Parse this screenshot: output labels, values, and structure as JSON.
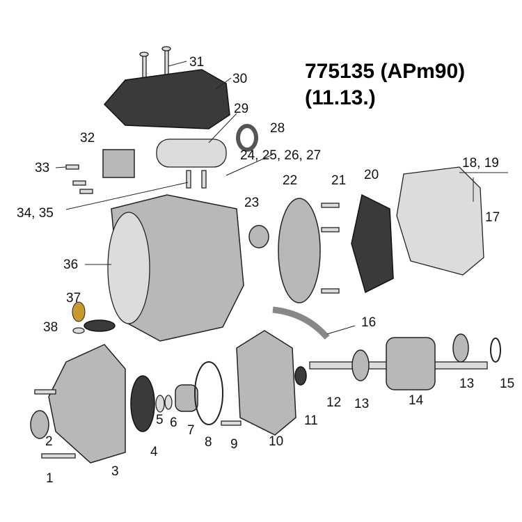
{
  "title": {
    "line1": "775135 (APm90)",
    "line2": "(11.13.)"
  },
  "labels": [
    "31",
    "30",
    "29",
    "28",
    "32",
    "33",
    "24, 25, 26, 27",
    "34, 35",
    "22",
    "21",
    "20",
    "18, 19",
    "17",
    "23",
    "36",
    "37",
    "38",
    "16",
    "15",
    "14",
    "13",
    "13",
    "12",
    "11",
    "10",
    "9",
    "8",
    "7",
    "6",
    "5",
    "4",
    "3",
    "2",
    "1"
  ]
}
